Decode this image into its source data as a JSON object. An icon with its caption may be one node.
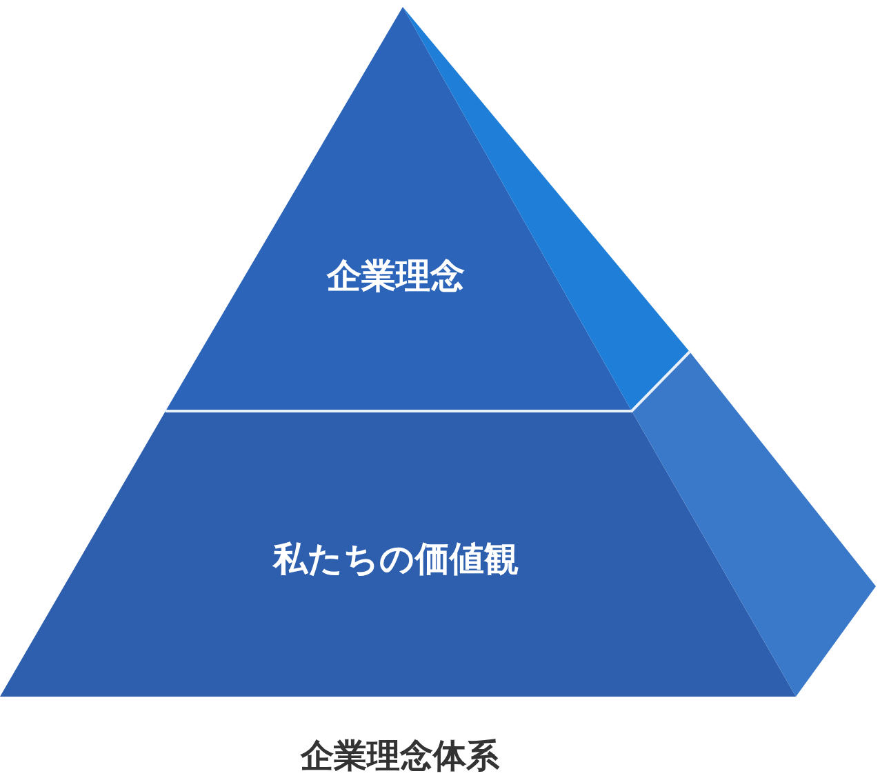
{
  "diagram": {
    "caption": "企業理念体系",
    "nodes": [
      {
        "text": [
          "企業理念"
        ]
      },
      {
        "text": [
          "私たちの価値観"
        ]
      }
    ]
  }
}
